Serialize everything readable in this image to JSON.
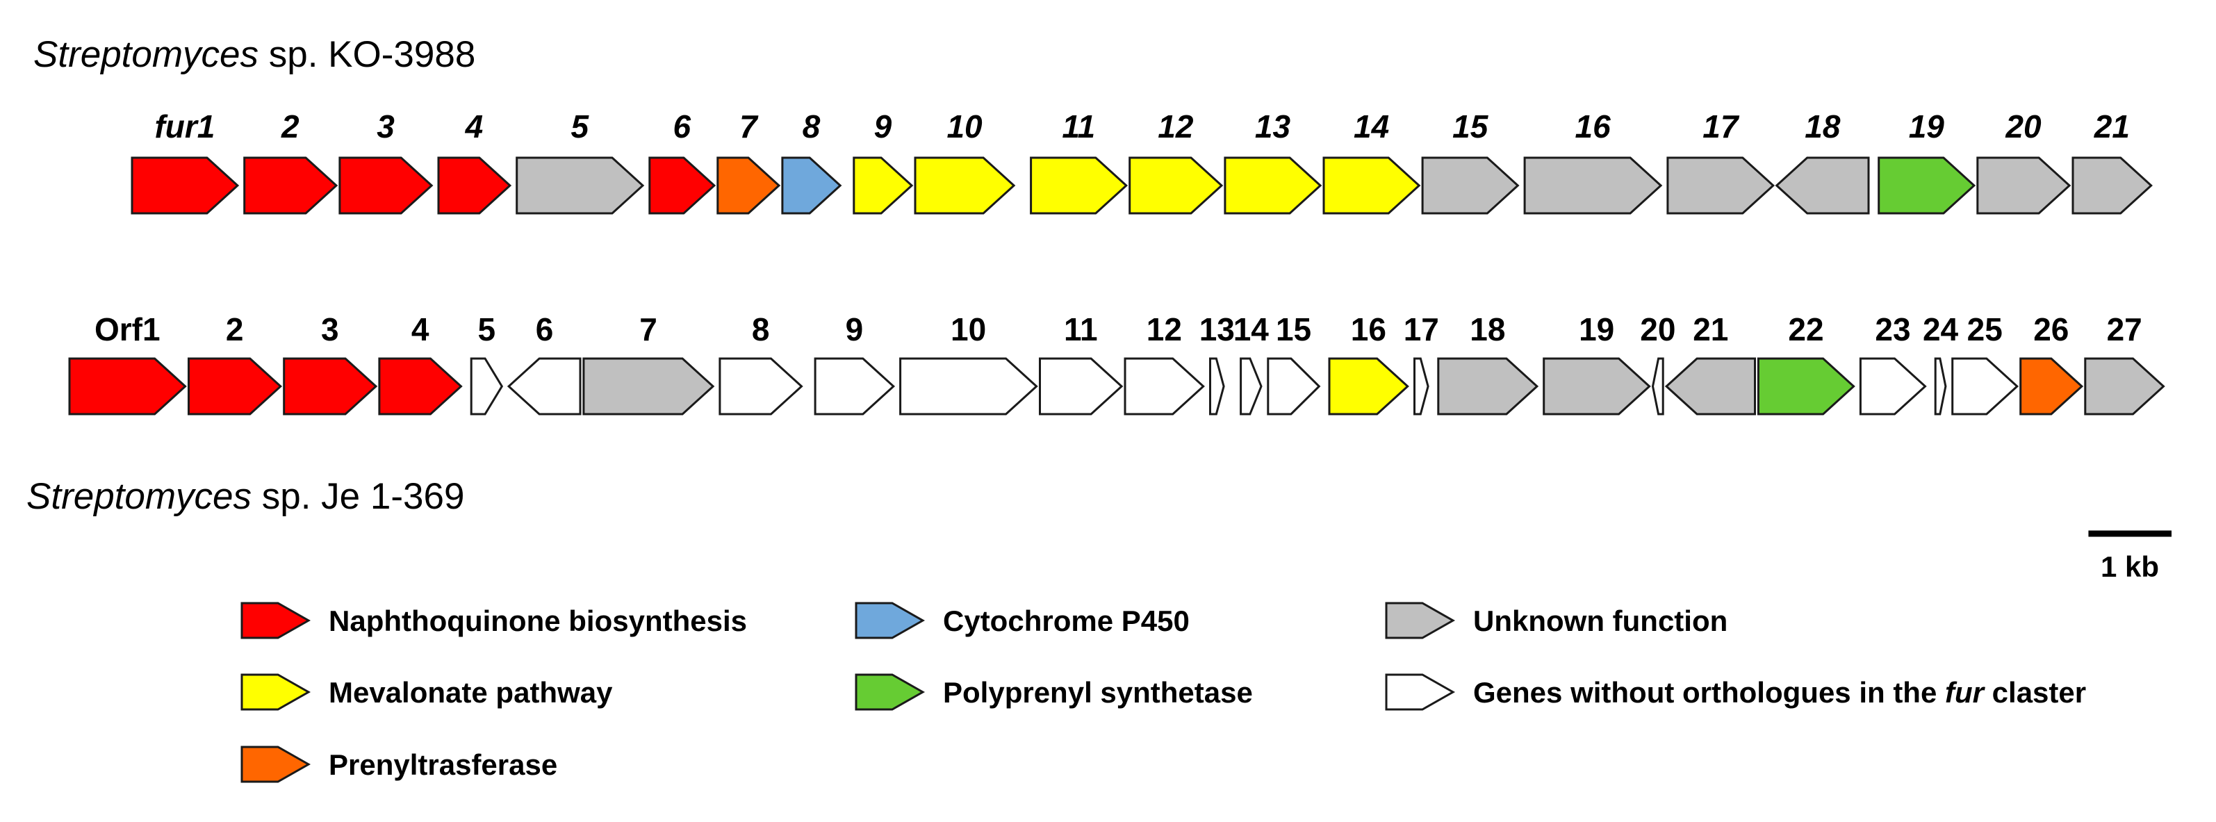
{
  "colors": {
    "red": "#ff0000",
    "yellow": "#ffff00",
    "orange": "#ff6600",
    "blue": "#6fa8dc",
    "green": "#66cc33",
    "grey": "#c0c0c0",
    "white": "#ffffff"
  },
  "cluster1": {
    "species_italic": "Streptomyces",
    "species_rest": " sp. KO-3988",
    "genes": [
      {
        "label": "fur1",
        "start": 0.0,
        "end": 1.55,
        "dir": "fwd",
        "color": "red"
      },
      {
        "label": "2",
        "start": 1.65,
        "end": 3.0,
        "dir": "fwd",
        "color": "red"
      },
      {
        "label": "3",
        "start": 3.05,
        "end": 4.4,
        "dir": "fwd",
        "color": "red"
      },
      {
        "label": "4",
        "start": 4.5,
        "end": 5.55,
        "dir": "fwd",
        "color": "red"
      },
      {
        "label": "5",
        "start": 5.65,
        "end": 7.5,
        "dir": "fwd",
        "color": "grey"
      },
      {
        "label": "6",
        "start": 7.6,
        "end": 8.55,
        "dir": "fwd",
        "color": "red"
      },
      {
        "label": "7",
        "start": 8.6,
        "end": 9.5,
        "dir": "fwd",
        "color": "orange"
      },
      {
        "label": "8",
        "start": 9.55,
        "end": 10.4,
        "dir": "fwd",
        "color": "blue"
      },
      {
        "label": "9",
        "start": 10.6,
        "end": 11.45,
        "dir": "fwd",
        "color": "yellow"
      },
      {
        "label": "10",
        "start": 11.5,
        "end": 12.95,
        "dir": "fwd",
        "color": "yellow"
      },
      {
        "label": "11",
        "start": 13.2,
        "end": 14.6,
        "dir": "fwd",
        "color": "yellow"
      },
      {
        "label": "12",
        "start": 14.65,
        "end": 16.0,
        "dir": "fwd",
        "color": "yellow"
      },
      {
        "label": "13",
        "start": 16.05,
        "end": 17.45,
        "dir": "fwd",
        "color": "yellow"
      },
      {
        "label": "14",
        "start": 17.5,
        "end": 18.9,
        "dir": "fwd",
        "color": "yellow"
      },
      {
        "label": "15",
        "start": 18.95,
        "end": 20.35,
        "dir": "fwd",
        "color": "grey"
      },
      {
        "label": "16",
        "start": 20.45,
        "end": 22.45,
        "dir": "fwd",
        "color": "grey"
      },
      {
        "label": "17",
        "start": 22.55,
        "end": 24.1,
        "dir": "fwd",
        "color": "grey"
      },
      {
        "label": "18",
        "start": 24.15,
        "end": 25.5,
        "dir": "rev",
        "color": "grey"
      },
      {
        "label": "19",
        "start": 25.65,
        "end": 27.05,
        "dir": "fwd",
        "color": "green"
      },
      {
        "label": "20",
        "start": 27.1,
        "end": 28.45,
        "dir": "fwd",
        "color": "grey"
      },
      {
        "label": "21",
        "start": 28.5,
        "end": 29.65,
        "dir": "fwd",
        "color": "grey"
      }
    ]
  },
  "cluster2": {
    "species_italic": "Streptomyces",
    "species_rest": " sp. Je 1-369",
    "genes": [
      {
        "label": "Orf1",
        "start": 0.0,
        "end": 1.7,
        "dir": "fwd",
        "color": "red"
      },
      {
        "label": "2",
        "start": 1.75,
        "end": 3.1,
        "dir": "fwd",
        "color": "red"
      },
      {
        "label": "3",
        "start": 3.15,
        "end": 4.5,
        "dir": "fwd",
        "color": "red"
      },
      {
        "label": "4",
        "start": 4.55,
        "end": 5.75,
        "dir": "fwd",
        "color": "red"
      },
      {
        "label": "5",
        "start": 5.9,
        "end": 6.35,
        "dir": "fwd",
        "color": "white"
      },
      {
        "label": "6",
        "start": 6.45,
        "end": 7.5,
        "dir": "rev",
        "color": "white"
      },
      {
        "label": "7",
        "start": 7.55,
        "end": 9.45,
        "dir": "fwd",
        "color": "grey"
      },
      {
        "label": "8",
        "start": 9.55,
        "end": 10.75,
        "dir": "fwd",
        "color": "white"
      },
      {
        "label": "9",
        "start": 10.95,
        "end": 12.1,
        "dir": "fwd",
        "color": "white"
      },
      {
        "label": "10",
        "start": 12.2,
        "end": 14.2,
        "dir": "fwd",
        "color": "white"
      },
      {
        "label": "11",
        "start": 14.25,
        "end": 15.45,
        "dir": "fwd",
        "color": "white"
      },
      {
        "label": "12",
        "start": 15.5,
        "end": 16.65,
        "dir": "fwd",
        "color": "white"
      },
      {
        "label": "13",
        "start": 16.75,
        "end": 16.95,
        "dir": "fwd",
        "color": "white"
      },
      {
        "label": "14",
        "start": 17.2,
        "end": 17.5,
        "dir": "fwd",
        "color": "white"
      },
      {
        "label": "15",
        "start": 17.6,
        "end": 18.35,
        "dir": "fwd",
        "color": "white"
      },
      {
        "label": "16",
        "start": 18.5,
        "end": 19.65,
        "dir": "fwd",
        "color": "yellow"
      },
      {
        "label": "17",
        "start": 19.75,
        "end": 19.95,
        "dir": "fwd",
        "color": "white"
      },
      {
        "label": "18",
        "start": 20.1,
        "end": 21.55,
        "dir": "fwd",
        "color": "grey"
      },
      {
        "label": "19",
        "start": 21.65,
        "end": 23.2,
        "dir": "fwd",
        "color": "grey"
      },
      {
        "label": "20",
        "start": 23.25,
        "end": 23.4,
        "dir": "rev",
        "color": "white"
      },
      {
        "label": "21",
        "start": 23.45,
        "end": 24.75,
        "dir": "rev",
        "color": "grey"
      },
      {
        "label": "22",
        "start": 24.8,
        "end": 26.2,
        "dir": "fwd",
        "color": "green"
      },
      {
        "label": "23",
        "start": 26.3,
        "end": 27.25,
        "dir": "fwd",
        "color": "white"
      },
      {
        "label": "24",
        "start": 27.4,
        "end": 27.55,
        "dir": "fwd",
        "color": "white"
      },
      {
        "label": "25",
        "start": 27.65,
        "end": 28.6,
        "dir": "fwd",
        "color": "white"
      },
      {
        "label": "26",
        "start": 28.65,
        "end": 29.55,
        "dir": "fwd",
        "color": "orange"
      },
      {
        "label": "27",
        "start": 29.6,
        "end": 30.75,
        "dir": "fwd",
        "color": "grey"
      }
    ]
  },
  "scale_bar": {
    "label": "1 kb",
    "length_kb": 1
  },
  "legend": [
    {
      "color": "red",
      "parts": [
        "Naphthoquinone biosynthesis"
      ]
    },
    {
      "color": "yellow",
      "parts": [
        "Mevalonate pathway"
      ]
    },
    {
      "color": "orange",
      "parts": [
        "Prenyltrasferase"
      ]
    },
    {
      "color": "blue",
      "parts": [
        "Cytochrome P450"
      ]
    },
    {
      "color": "green",
      "parts": [
        "Polyprenyl synthetase"
      ]
    },
    {
      "color": "grey",
      "parts": [
        "Unknown function"
      ]
    },
    {
      "color": "white",
      "parts": [
        "Genes without orthologues in the ",
        "fur",
        " claster"
      ]
    }
  ]
}
